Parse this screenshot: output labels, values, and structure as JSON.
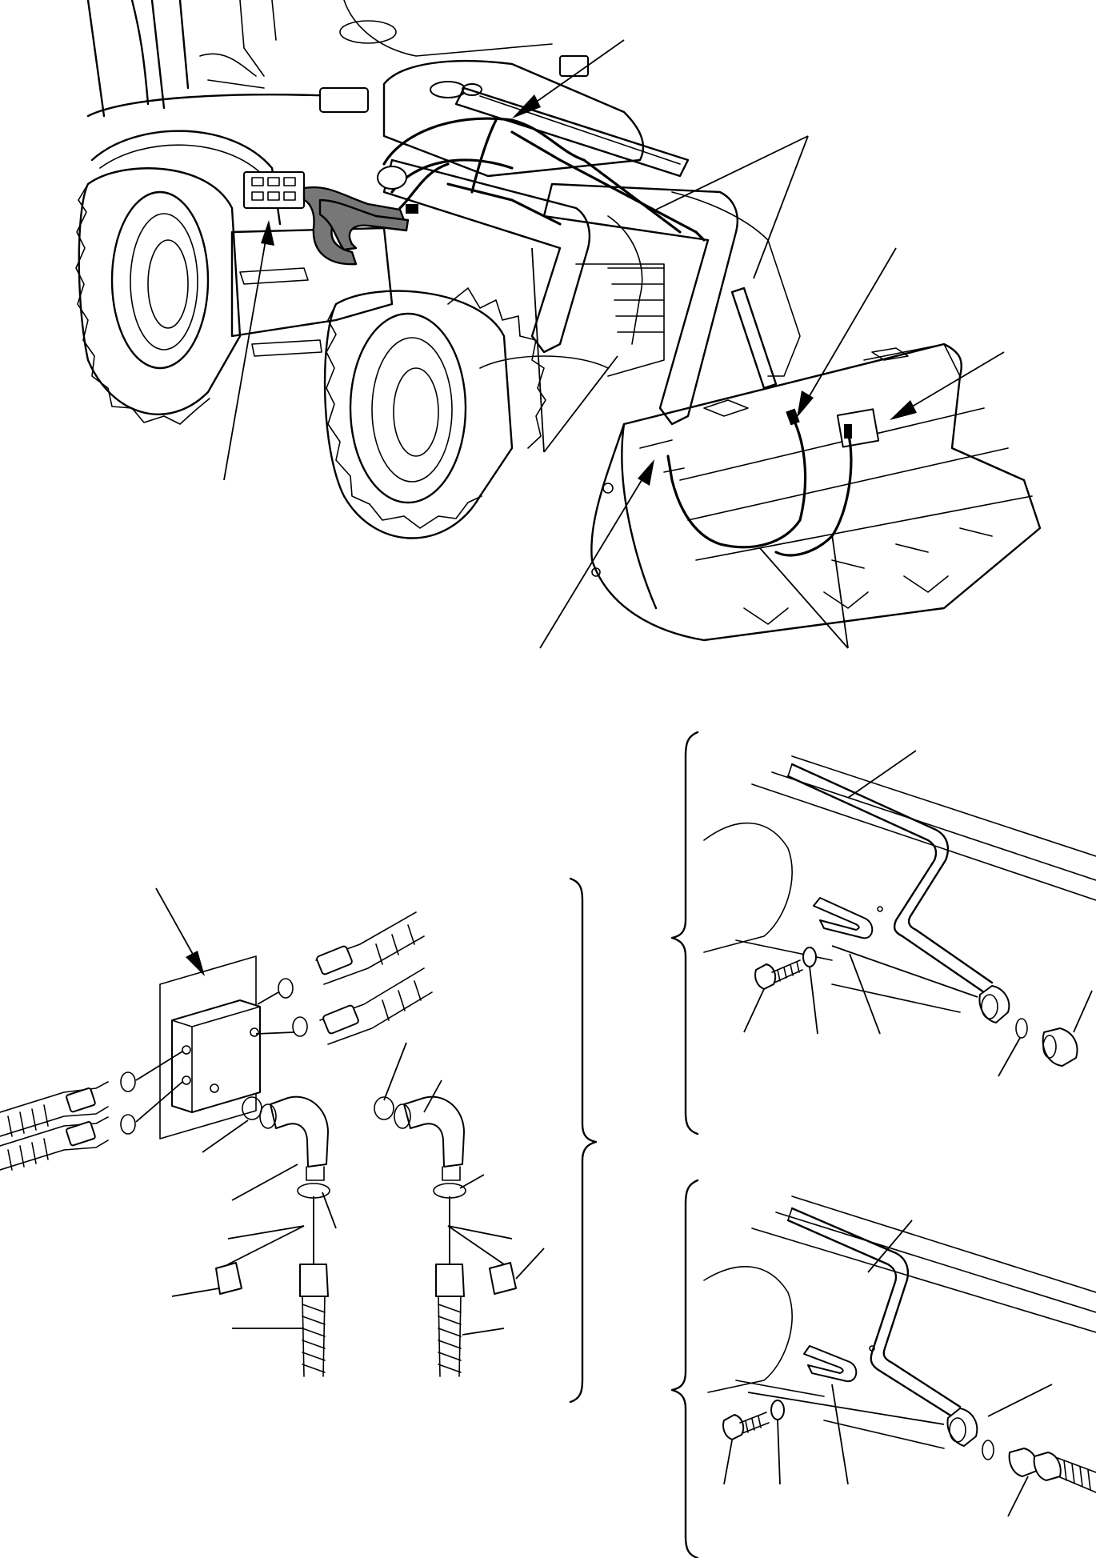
{
  "figure": {
    "panels": [
      {
        "id": "machine-overview"
      },
      {
        "id": "valve-block-exploded"
      },
      {
        "id": "bucket-pipe-clamp-cap"
      },
      {
        "id": "bucket-pipe-clamp-hose"
      }
    ],
    "callout_labels": []
  }
}
